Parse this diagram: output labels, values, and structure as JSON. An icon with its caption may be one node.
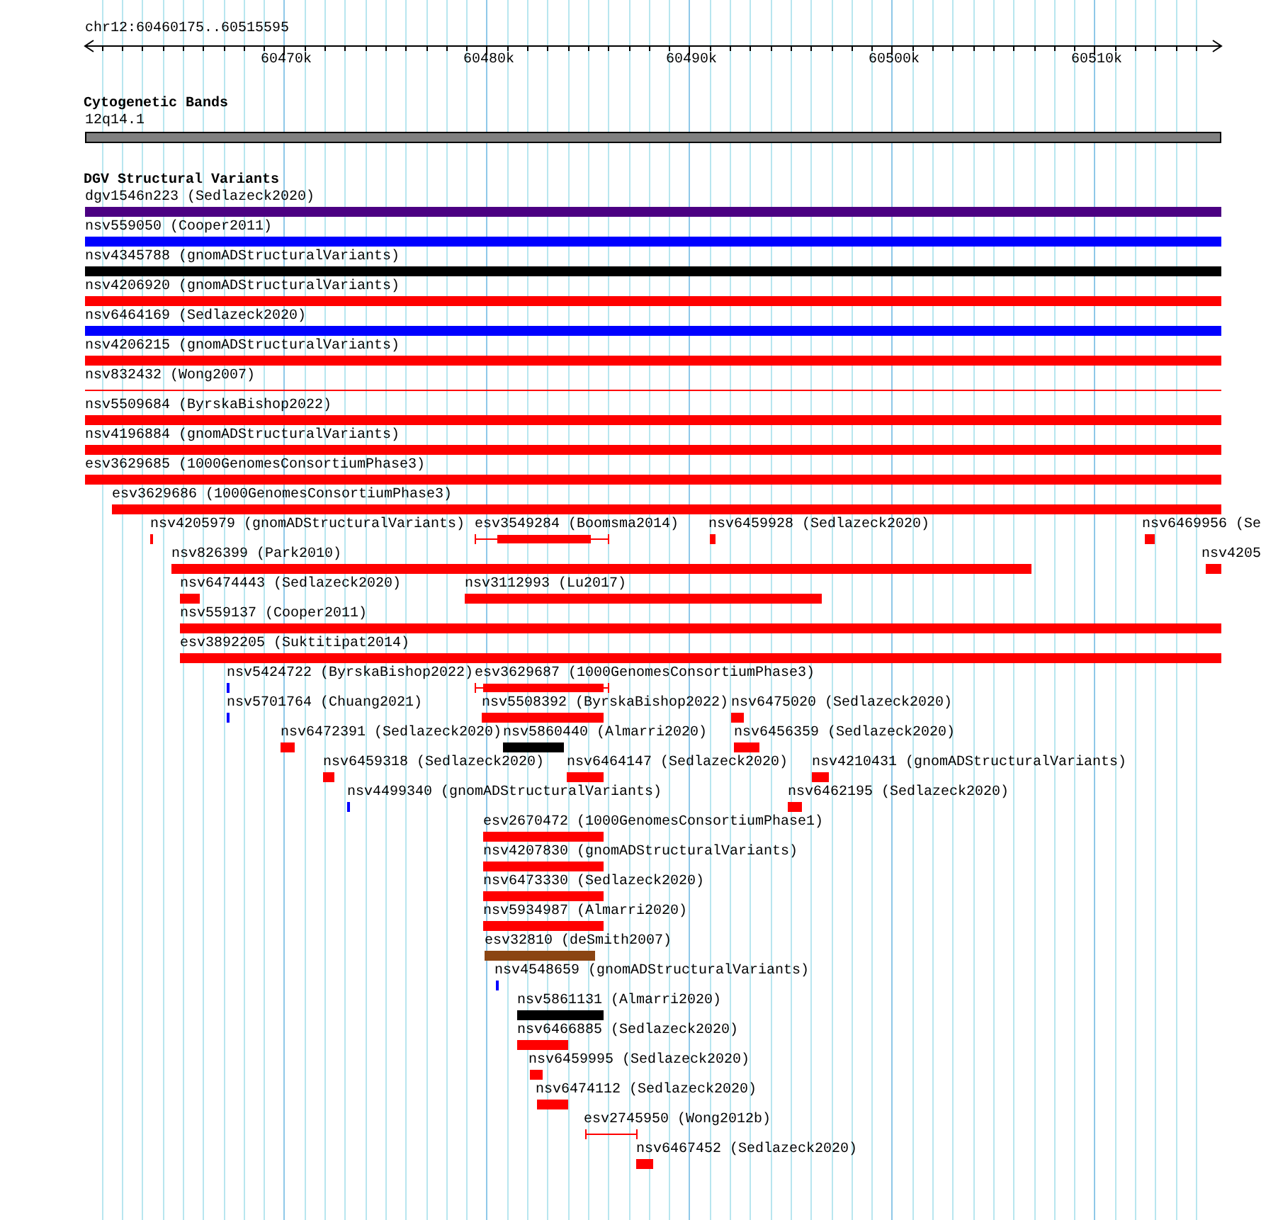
{
  "diagram": {
    "nodes": [
      {
        "text": [
          "12q14.1"
        ]
      },
      {
        "text": [
          "dgv1546n223 (Sedlazeck2020)"
        ]
      },
      {
        "text": [
          "nsv559050 (Cooper2011)"
        ]
      },
      {
        "text": [
          "nsv4345788 (gnomADStructuralVariants)"
        ]
      },
      {
        "text": [
          "nsv4206920 (gnomADStructuralVariants)"
        ]
      },
      {
        "text": [
          "nsv6464169 (Sedlazeck2020)"
        ]
      },
      {
        "text": [
          "nsv4206215 (gnomADStructuralVariants)"
        ]
      },
      {
        "text": [
          "nsv832432 (Wong2007)"
        ]
      },
      {
        "text": [
          "nsv5509684 (ByrskaBishop2022)"
        ]
      },
      {
        "text": [
          "nsv4196884 (gnomADStructuralVariants)"
        ]
      },
      {
        "text": [
          "esv3629685 (1000GenomesConsortiumPhase3)"
        ]
      },
      {
        "text": [
          "esv3629686 (1000GenomesConsortiumPhase3)"
        ]
      },
      {
        "text": [
          "nsv4205979 (gnomADStructuralVariants)"
        ]
      },
      {
        "text": [
          "esv3549284 (Boomsma2014)"
        ]
      },
      {
        "text": [
          "nsv6459928 (Sedlazeck2020)"
        ]
      },
      {
        "text": [
          "nsv6469956 (Se"
        ]
      },
      {
        "text": [
          "nsv826399 (Park2010)"
        ]
      },
      {
        "text": [
          "nsv4205"
        ]
      },
      {
        "text": [
          "nsv6474443 (Sedlazeck2020)"
        ]
      },
      {
        "text": [
          "nsv3112993 (Lu2017)"
        ]
      },
      {
        "text": [
          "nsv559137 (Cooper2011)"
        ]
      },
      {
        "text": [
          "esv3892205 (Suktitipat2014)"
        ]
      },
      {
        "text": [
          "nsv5424722 (ByrskaBishop2022)"
        ]
      },
      {
        "text": [
          "esv3629687 (1000GenomesConsortiumPhase3)"
        ]
      },
      {
        "text": [
          "nsv5701764 (Chuang2021)"
        ]
      },
      {
        "text": [
          "nsv5508392 (ByrskaBishop2022)"
        ]
      },
      {
        "text": [
          "nsv6475020 (Sedlazeck2020)"
        ]
      },
      {
        "text": [
          "nsv6472391 (Sedlazeck2020)"
        ]
      },
      {
        "text": [
          "nsv5860440 (Almarri2020)"
        ]
      },
      {
        "text": [
          "nsv6456359 (Sedlazeck2020)"
        ]
      },
      {
        "text": [
          "nsv6459318 (Sedlazeck2020)"
        ]
      },
      {
        "text": [
          "nsv6464147 (Sedlazeck2020)"
        ]
      },
      {
        "text": [
          "nsv4210431 (gnomADStructuralVariants)"
        ]
      },
      {
        "text": [
          "nsv4499340 (gnomADStructuralVariants)"
        ]
      },
      {
        "text": [
          "nsv6462195 (Sedlazeck2020)"
        ]
      },
      {
        "text": [
          "esv2670472 (1000GenomesConsortiumPhase1)"
        ]
      },
      {
        "text": [
          "nsv4207830 (gnomADStructuralVariants)"
        ]
      },
      {
        "text": [
          "nsv6473330 (Sedlazeck2020)"
        ]
      },
      {
        "text": [
          "nsv5934987 (Almarri2020)"
        ]
      },
      {
        "text": [
          "esv32810 (deSmith2007)"
        ]
      },
      {
        "text": [
          "nsv4548659 (gnomADStructuralVariants)"
        ]
      },
      {
        "text": [
          "nsv5861131 (Almarri2020)"
        ]
      },
      {
        "text": [
          "nsv6466885 (Sedlazeck2020)"
        ]
      },
      {
        "text": [
          "nsv6459995 (Sedlazeck2020)"
        ]
      },
      {
        "text": [
          "nsv6474112 (Sedlazeck2020)"
        ]
      },
      {
        "text": [
          "esv2745950 (Wong2012b)"
        ]
      },
      {
        "text": [
          "nsv6467452 (Sedlazeck2020)"
        ]
      }
    ],
    "labels": [
      "chr12:60460175..60515595",
      "60470k",
      "60480k",
      "60490k",
      "60500k",
      "60510k",
      "Cytogenetic Bands",
      "DGV Structural Variants"
    ]
  }
}
